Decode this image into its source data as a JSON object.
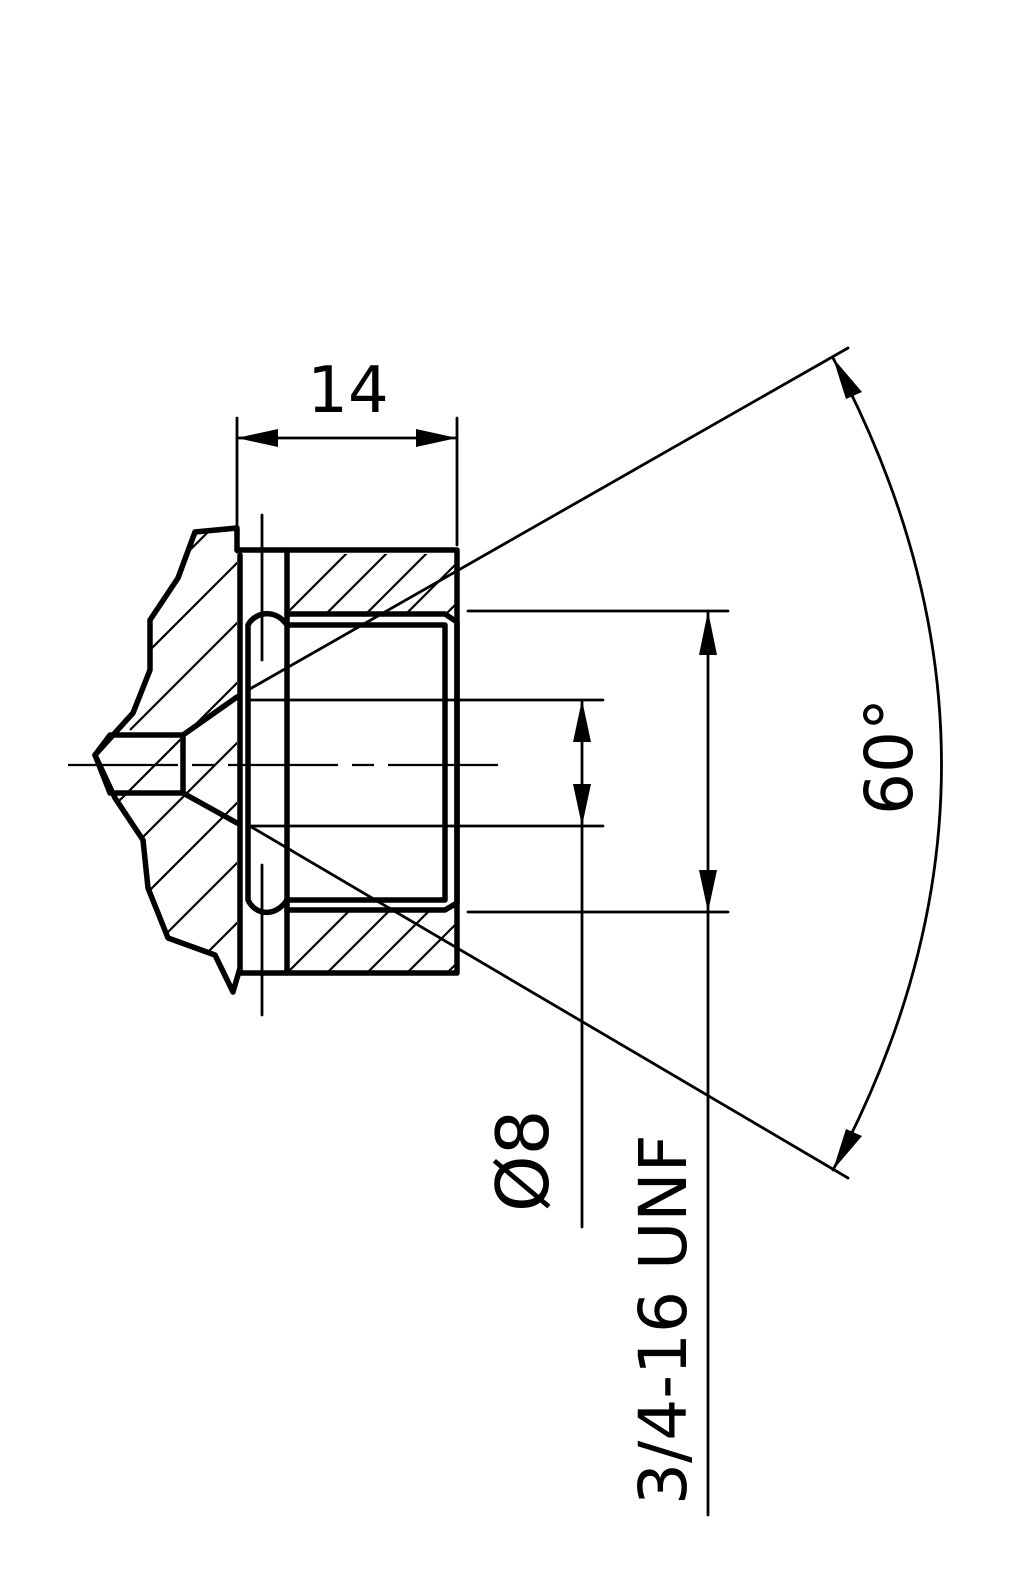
{
  "drawing": {
    "dimensions": {
      "depth": "14",
      "angle": "60°",
      "diameter": "Ø8",
      "thread": "3/4-16 UNF"
    }
  }
}
